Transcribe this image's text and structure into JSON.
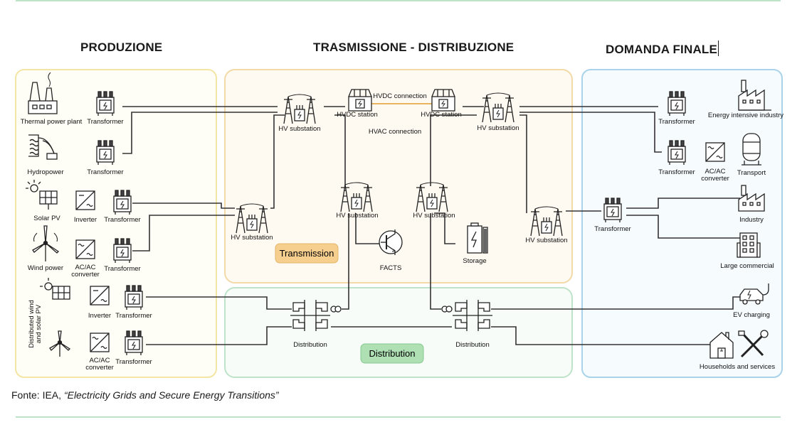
{
  "headers": {
    "production": "PRODUZIONE",
    "transmission": "TRASMISSIONE - DISTRIBUZIONE",
    "demand": "DOMANDA FINALE"
  },
  "source": {
    "prefix": "Fonte: IEA, ",
    "title": "“Electricity Grids and Secure Energy Transitions”"
  },
  "zones": {
    "transmission": "Transmission",
    "distribution": "Distribution"
  },
  "labels": {
    "thermal": "Thermal power plant",
    "hydro": "Hydropower",
    "solar": "Solar PV",
    "wind": "Wind power",
    "distributed": "Distributed wind and solar PV",
    "transformer": "Transformer",
    "inverter": "Inverter",
    "acac": "AC/AC converter",
    "hv_substation": "HV substation",
    "hvdc_station": "HVDC station",
    "hvdc_connection": "HVDC connection",
    "hvac_connection": "HVAC connection",
    "facts": "FACTS",
    "storage": "Storage",
    "distribution": "Distribution",
    "energy_industry": "Energy intensive industry",
    "transport": "Transport",
    "industry": "Industry",
    "large_commercial": "Large commercial",
    "ev_charging": "EV charging",
    "households": "Households and services"
  },
  "colors": {
    "production_border": "#f3e5a3",
    "production_fill": "#fffef6",
    "transmission_border": "#f1d9a8",
    "transmission_fill": "#fffaf1",
    "distribution_border": "#bfe3c9",
    "distribution_fill": "#f7fcf8",
    "demand_border": "#a9d3ea",
    "demand_fill": "#f6fbfe",
    "transmission_pill": "#f6cf8f",
    "distribution_pill": "#aee0b4",
    "hvdc_line": "#e8b45d",
    "rule": "#bfe3c9"
  }
}
